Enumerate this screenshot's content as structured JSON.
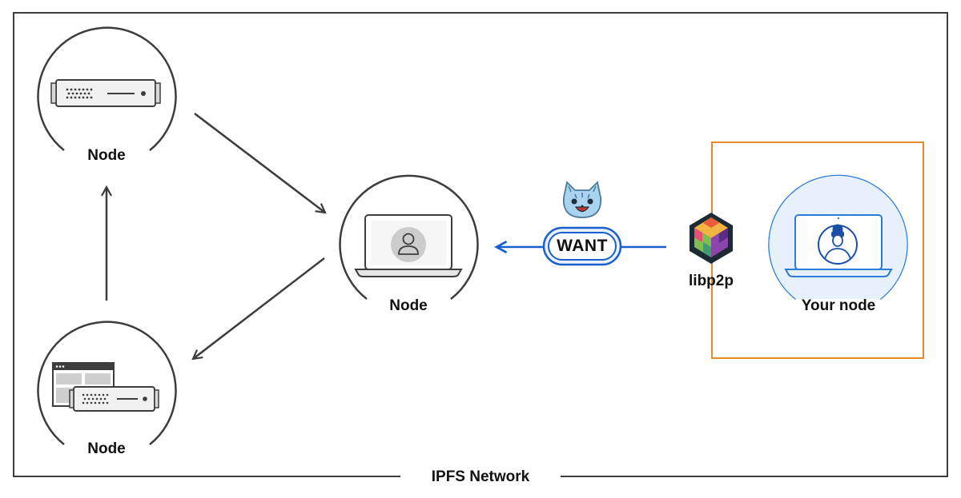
{
  "network": {
    "label": "IPFS Network"
  },
  "nodes": {
    "top_left": {
      "label": "Node",
      "icon": "server-icon"
    },
    "bottom_left": {
      "label": "Node",
      "icon": "server-with-browser-icon"
    },
    "center": {
      "label": "Node",
      "icon": "laptop-user-icon"
    },
    "yours": {
      "label": "Your node",
      "icon": "laptop-user-icon"
    }
  },
  "message": {
    "label": "WANT",
    "icon": "cat-face-icon"
  },
  "transport": {
    "label": "libp2p",
    "icon": "libp2p-cube-icon"
  },
  "colors": {
    "stroke": "#3d3d3d",
    "want_blue": "#1a5fd0",
    "your_node_fill": "#e6f1fb",
    "your_node_stroke": "#2b7bd9",
    "highlight_box": "#e38a2b"
  }
}
